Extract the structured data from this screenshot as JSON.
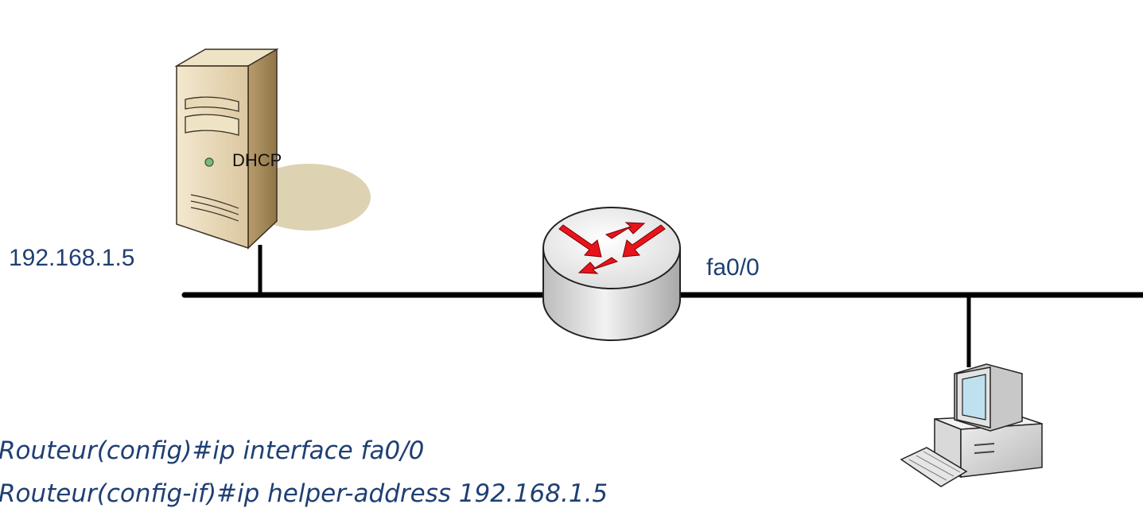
{
  "diagram": {
    "server": {
      "label": "DHCP",
      "ip": "192.168.1.5",
      "icon": "server-tower-icon"
    },
    "router": {
      "interface": "fa0/0",
      "icon": "router-icon"
    },
    "client": {
      "icon": "desktop-computer-icon"
    },
    "commands": [
      "Routeur(config)#ip interface fa0/0",
      "Routeur(config-if)#ip helper-address 192.168.1.5"
    ],
    "colors": {
      "text": "#1f3f73",
      "link": "#000000",
      "arrows": "#e8141b"
    }
  }
}
